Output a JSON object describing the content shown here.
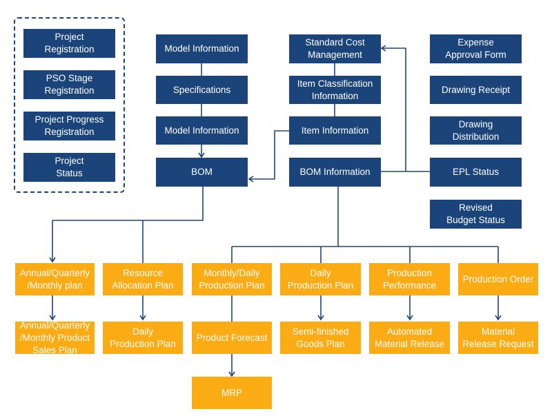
{
  "colors": {
    "blue": "#1b457a",
    "orange": "#fbab13",
    "line": "#1b457a",
    "text": "#ffffff"
  },
  "project_group": {
    "items": [
      "Project\nRegistration",
      "PSO Stage\nRegistration",
      "Project Progress\nRegistration",
      "Project\nStatus"
    ]
  },
  "model_column": {
    "model_information_1": "Model Information",
    "specifications": "Specifications",
    "model_information_2": "Model Information",
    "bom": "BOM"
  },
  "cost_column": {
    "standard_cost_management": "Standard Cost\nManagement",
    "item_classification_information": "Item Classification\nInformation",
    "item_information": "Item Information",
    "bom_information": "BOM Information"
  },
  "right_column": {
    "expense_approval_form": "Expense\nApproval Form",
    "drawing_receipt": "Drawing Receipt",
    "drawing_distribution": "Drawing\nDistribution",
    "epl_status": "EPL Status",
    "revised_budget_status": "Revised\nBudget Status"
  },
  "plans_top": {
    "annual_quarterly_monthly_plan": "Annual/Quarterly\n/Monthly plan",
    "resource_allocation_plan": "Resource\nAllocation Plan",
    "monthly_daily_production_plan": "Monthly/Daily\nProduction Plan",
    "daily_production_plan": "Daily\nProduction Plan",
    "production_performance": "Production\nPerformance",
    "production_order": "Production Order"
  },
  "plans_bottom": {
    "annual_quarterly_monthly_product_sales_plan": "Annual/Quarterly\n/Monthly Product\nSales Plan",
    "daily_production_plan": "Daily\nProduction Plan",
    "product_forecast": "Product Forecast",
    "semi_finished_goods_plan": "Semi-finished\nGoods Plan",
    "automated_material_release": "Automated\nMaterial Release",
    "material_release_request": "Material\nRelease Request"
  },
  "mrp": {
    "label": "MRP"
  }
}
